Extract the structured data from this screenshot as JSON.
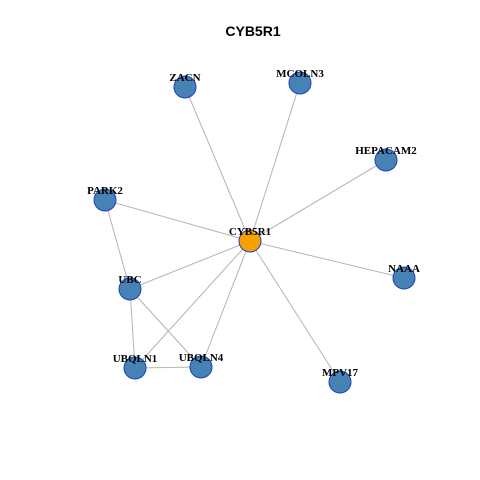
{
  "title": "CYB5R1",
  "colors": {
    "center_node": "#f5a100",
    "neighbor_node": "#4682b4",
    "node_border": "#1f3fbf",
    "edge": "#b4b4b4"
  },
  "nodes": [
    {
      "id": "CYB5R1",
      "label": "CYB5R1",
      "role": "center"
    },
    {
      "id": "ZACN",
      "label": "ZACN",
      "role": "neighbor"
    },
    {
      "id": "MCOLN3",
      "label": "MCOLN3",
      "role": "neighbor"
    },
    {
      "id": "HEPACAM2",
      "label": "HEPACAM2",
      "role": "neighbor"
    },
    {
      "id": "PARK2",
      "label": "PARK2",
      "role": "neighbor"
    },
    {
      "id": "NAAA",
      "label": "NAAA",
      "role": "neighbor"
    },
    {
      "id": "UBC",
      "label": "UBC",
      "role": "neighbor"
    },
    {
      "id": "UBQLN1",
      "label": "UBQLN1",
      "role": "neighbor"
    },
    {
      "id": "UBQLN4",
      "label": "UBQLN4",
      "role": "neighbor"
    },
    {
      "id": "MPV17",
      "label": "MPV17",
      "role": "neighbor"
    }
  ],
  "edges": [
    [
      "CYB5R1",
      "ZACN"
    ],
    [
      "CYB5R1",
      "MCOLN3"
    ],
    [
      "CYB5R1",
      "HEPACAM2"
    ],
    [
      "CYB5R1",
      "PARK2"
    ],
    [
      "CYB5R1",
      "NAAA"
    ],
    [
      "CYB5R1",
      "UBC"
    ],
    [
      "CYB5R1",
      "UBQLN1"
    ],
    [
      "CYB5R1",
      "UBQLN4"
    ],
    [
      "CYB5R1",
      "MPV17"
    ],
    [
      "PARK2",
      "UBC"
    ],
    [
      "UBC",
      "UBQLN1"
    ],
    [
      "UBC",
      "UBQLN4"
    ],
    [
      "UBQLN1",
      "UBQLN4"
    ]
  ]
}
